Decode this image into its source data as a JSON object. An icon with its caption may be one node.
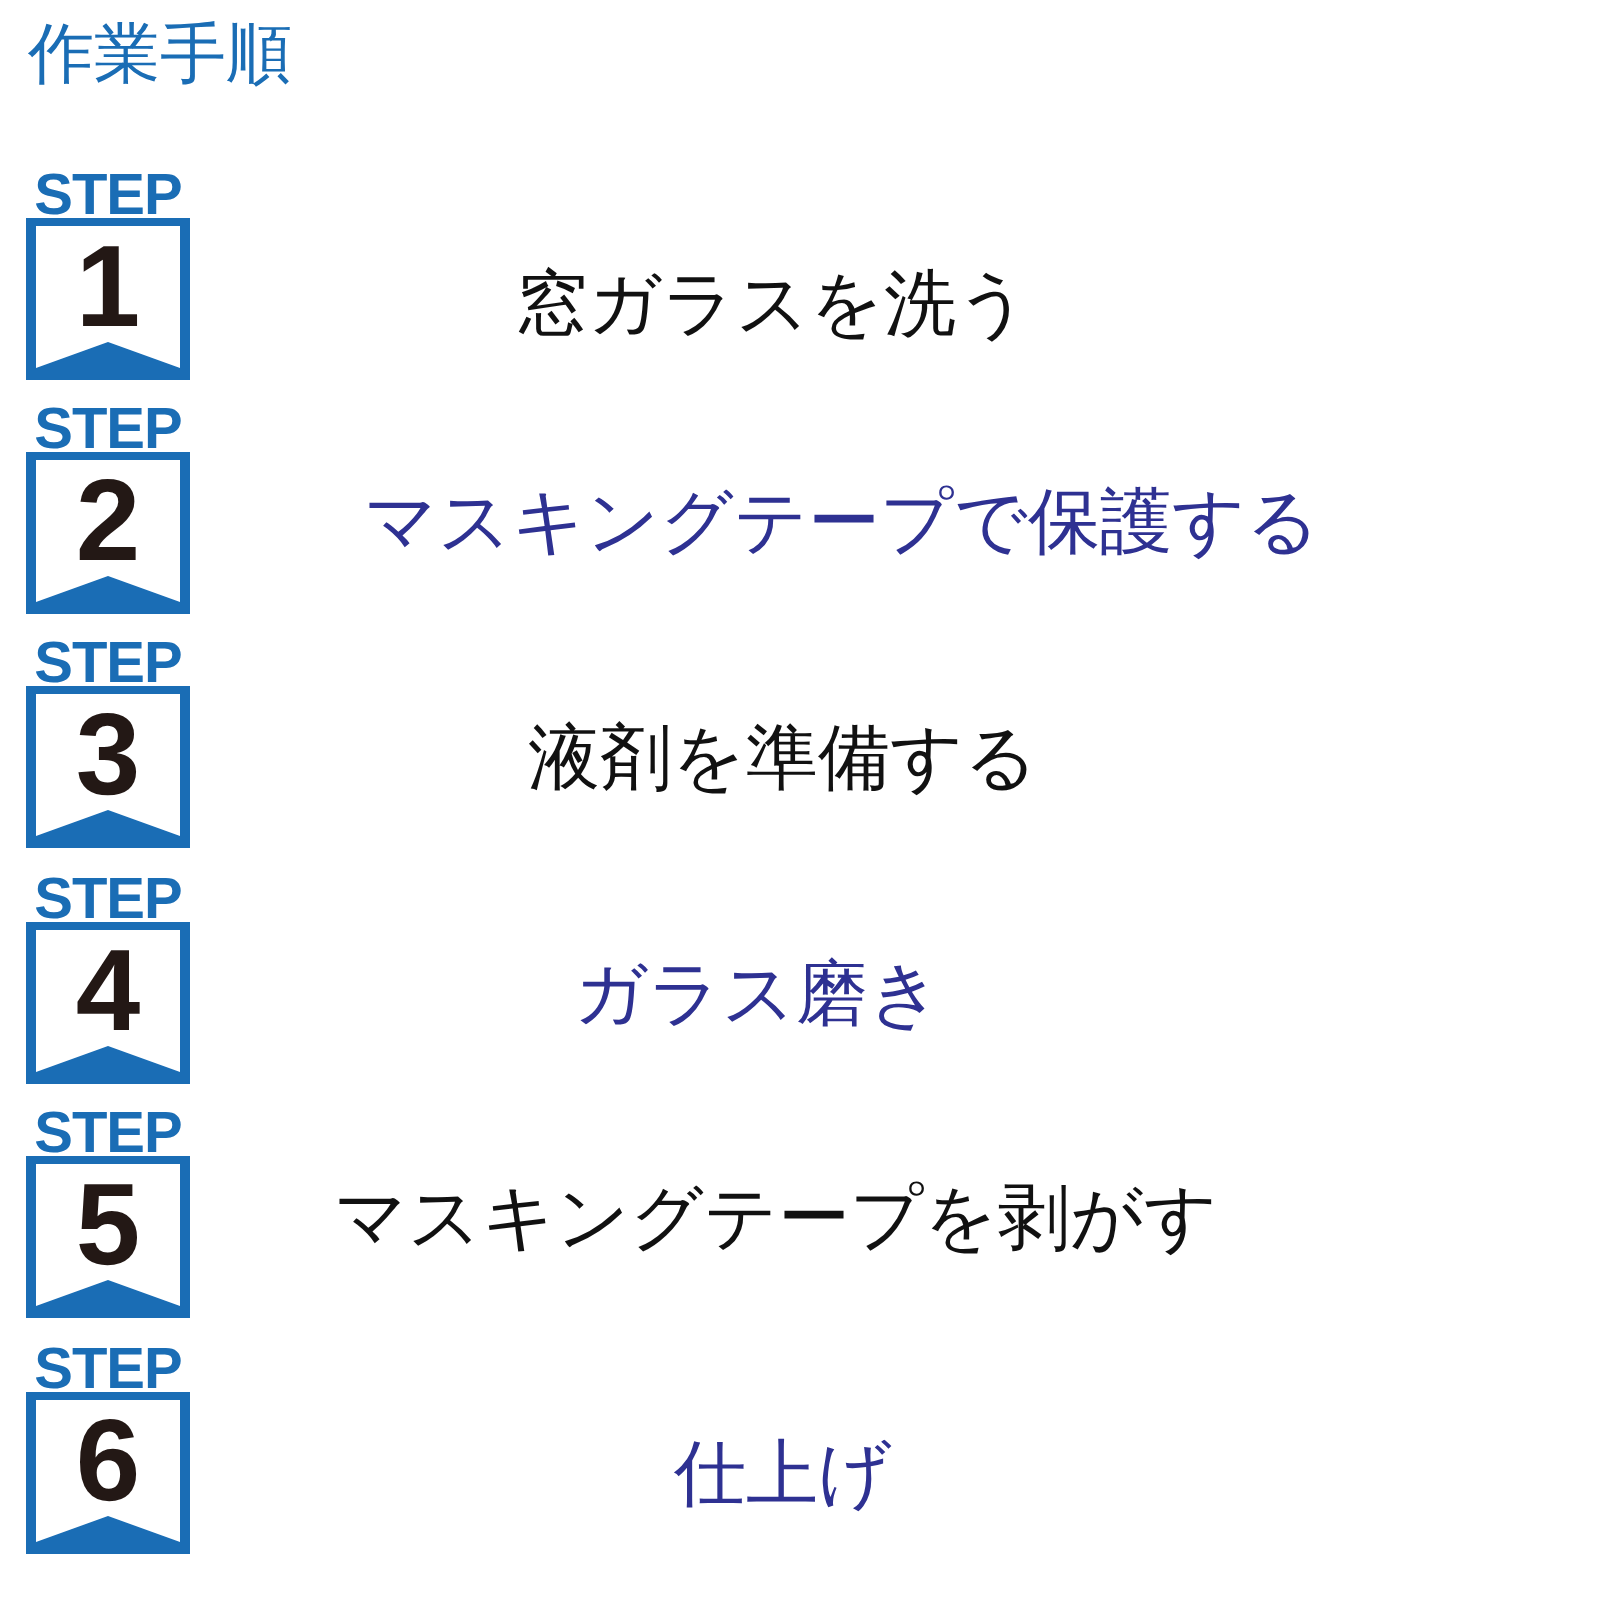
{
  "diagram": {
    "title": "作業手順",
    "nodes": [
      {
        "text": [
          "STEP",
          "1"
        ]
      },
      {
        "text": [
          "STEP",
          "2"
        ]
      },
      {
        "text": [
          "STEP",
          "3"
        ]
      },
      {
        "text": [
          "STEP",
          "4"
        ]
      },
      {
        "text": [
          "STEP",
          "5"
        ]
      },
      {
        "text": [
          "STEP",
          "6"
        ]
      }
    ],
    "labels": [
      "窓ガラスを洗う",
      "マスキングテープで保護する",
      "液剤を準備する",
      "ガラス磨き",
      "マスキングテープを剥がす",
      "仕上げ"
    ]
  }
}
